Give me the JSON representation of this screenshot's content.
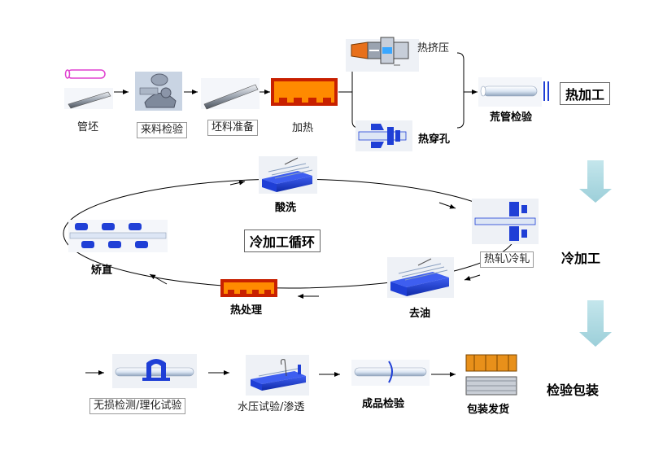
{
  "hot": {
    "steps": [
      "管坯",
      "来料检验",
      "坯料准备",
      "加热"
    ],
    "extrusion": "热挤压",
    "piercing": "热穿孔",
    "inspection": "荒管检验",
    "stage": "热加工"
  },
  "cold": {
    "pickling": "酸洗",
    "rolling": "热轧\\冷轧",
    "degreasing": "去油",
    "heat_treatment": "热处理",
    "straightening": "矫直",
    "cycle": "冷加工循环",
    "stage": "冷加工"
  },
  "final": {
    "ndt": "无损检测/理化试验",
    "hydro": "水压试验/渗透",
    "product_check": "成品检验",
    "packing": "包装发货",
    "stage": "检验包装"
  },
  "colors": {
    "accent_blue": "#1f3fd6",
    "heater_red": "#c82000",
    "heater_orange": "#ff8a00",
    "stage_arrow": "#a6d6de"
  }
}
